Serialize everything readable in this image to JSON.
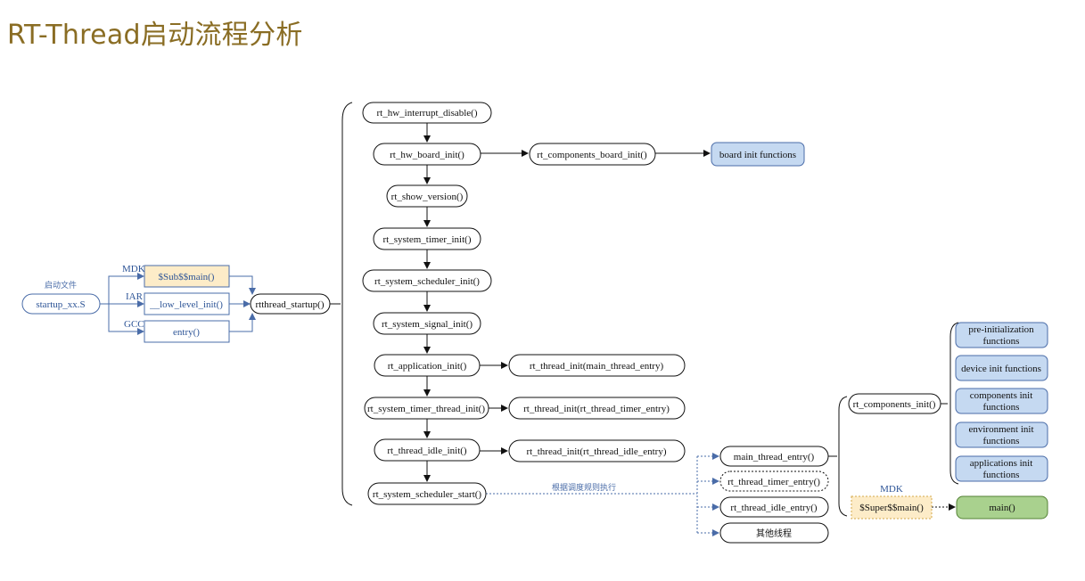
{
  "title": "RT-Thread启动流程分析",
  "startup": {
    "caption": "启动文件",
    "file": "startup_xx.S",
    "compilers": [
      {
        "tag": "MDK",
        "entry": "$Sub$$main()"
      },
      {
        "tag": "IAR",
        "entry": "__low_level_init()"
      },
      {
        "tag": "GCC",
        "entry": "entry()"
      }
    ],
    "target": "rtthread_startup()"
  },
  "sequence": [
    "rt_hw_interrupt_disable()",
    "rt_hw_board_init()",
    "rt_show_version()",
    "rt_system_timer_init()",
    "rt_system_scheduler_init()",
    "rt_system_signal_init()",
    "rt_application_init()",
    "rt_system_timer_thread_init()",
    "rt_thread_idle_init()",
    "rt_system_scheduler_start()"
  ],
  "board": {
    "components_board_init": "rt_components_board_init()",
    "board_init_functions": "board init functions"
  },
  "thread_inits": [
    "rt_thread_init(main_thread_entry)",
    "rt_thread_init(rt_thread_timer_entry)",
    "rt_thread_init(rt_thread_idle_entry)"
  ],
  "scheduler_note": "根据调度规则执行",
  "threads": [
    "main_thread_entry()",
    "rt_thread_timer_entry()",
    "rt_thread_idle_entry()",
    "其他线程"
  ],
  "components": {
    "init": "rt_components_init()",
    "functions": [
      [
        "pre-initialization",
        "functions"
      ],
      [
        "device init functions"
      ],
      [
        "components init",
        "functions"
      ],
      [
        "environment init",
        "functions"
      ],
      [
        "applications init",
        "functions"
      ]
    ]
  },
  "main_path": {
    "tag": "MDK",
    "super_main": "$Super$$main()",
    "main": "main()"
  },
  "colors": {
    "title": "#8a6d24",
    "blue_stroke": "#4a6ca8",
    "blue_fill": "#c5d9f1",
    "yellow_fill": "#fdecc8",
    "green_fill": "#a9d18e",
    "green_stroke": "#548235"
  }
}
